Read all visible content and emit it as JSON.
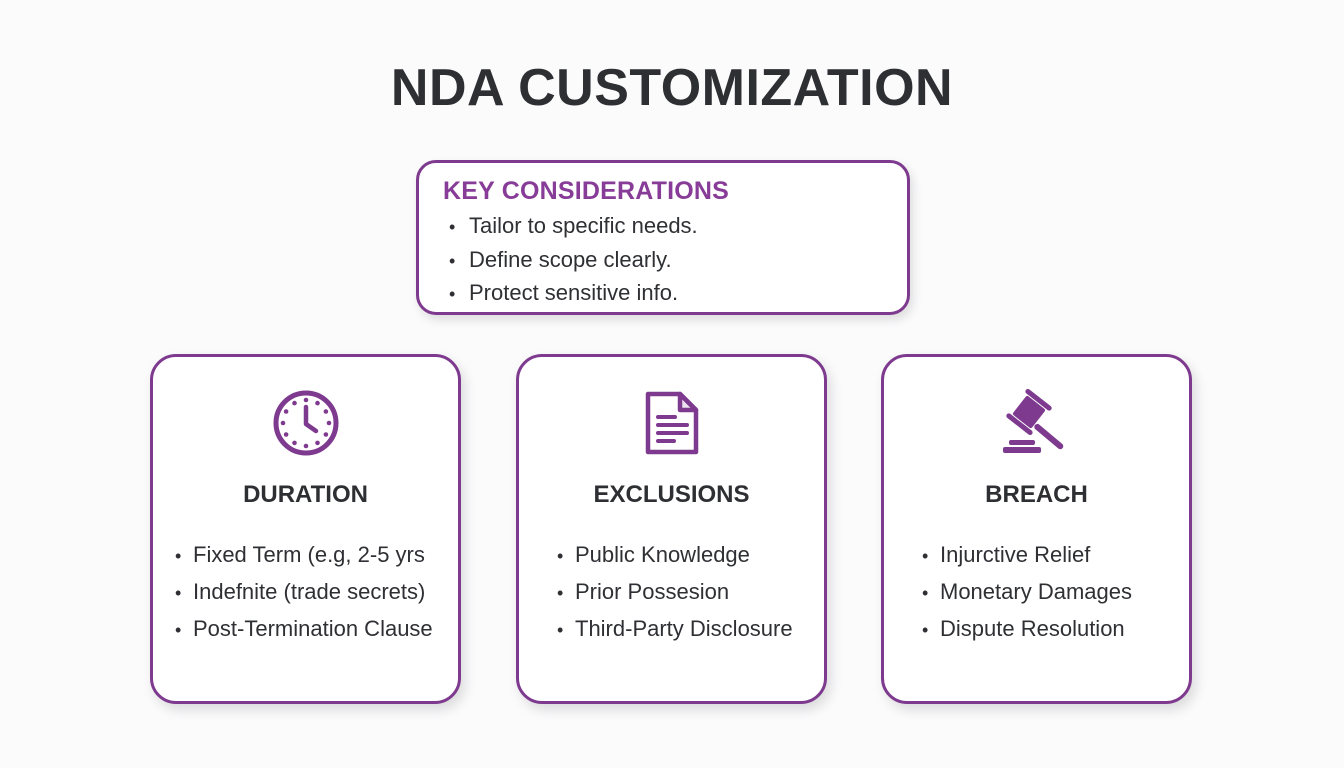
{
  "title": "NDA CUSTOMIZATION",
  "key_considerations": {
    "heading": "KEY CONSIDERATIONS",
    "items": [
      "Tailor to specific needs.",
      "Define scope clearly.",
      "Protect sensitive info."
    ]
  },
  "cards": [
    {
      "icon": "clock-icon",
      "heading": "DURATION",
      "items": [
        "Fixed Term (e.g, 2-5 yrs",
        "Indefnite (trade secrets)",
        "Post-Termination Clause"
      ]
    },
    {
      "icon": "document-icon",
      "heading": "EXCLUSIONS",
      "items": [
        "Public Knowledge",
        "Prior Possesion",
        "Third-Party Disclosure"
      ]
    },
    {
      "icon": "gavel-icon",
      "heading": "BREACH",
      "items": [
        "Injurctive Relief",
        "Monetary Damages",
        "Dispute Resolution"
      ]
    }
  ],
  "bullet": "•",
  "colors": {
    "accent": "#7e3a8e",
    "heading_accent": "#873d98",
    "text": "#2f3034"
  }
}
